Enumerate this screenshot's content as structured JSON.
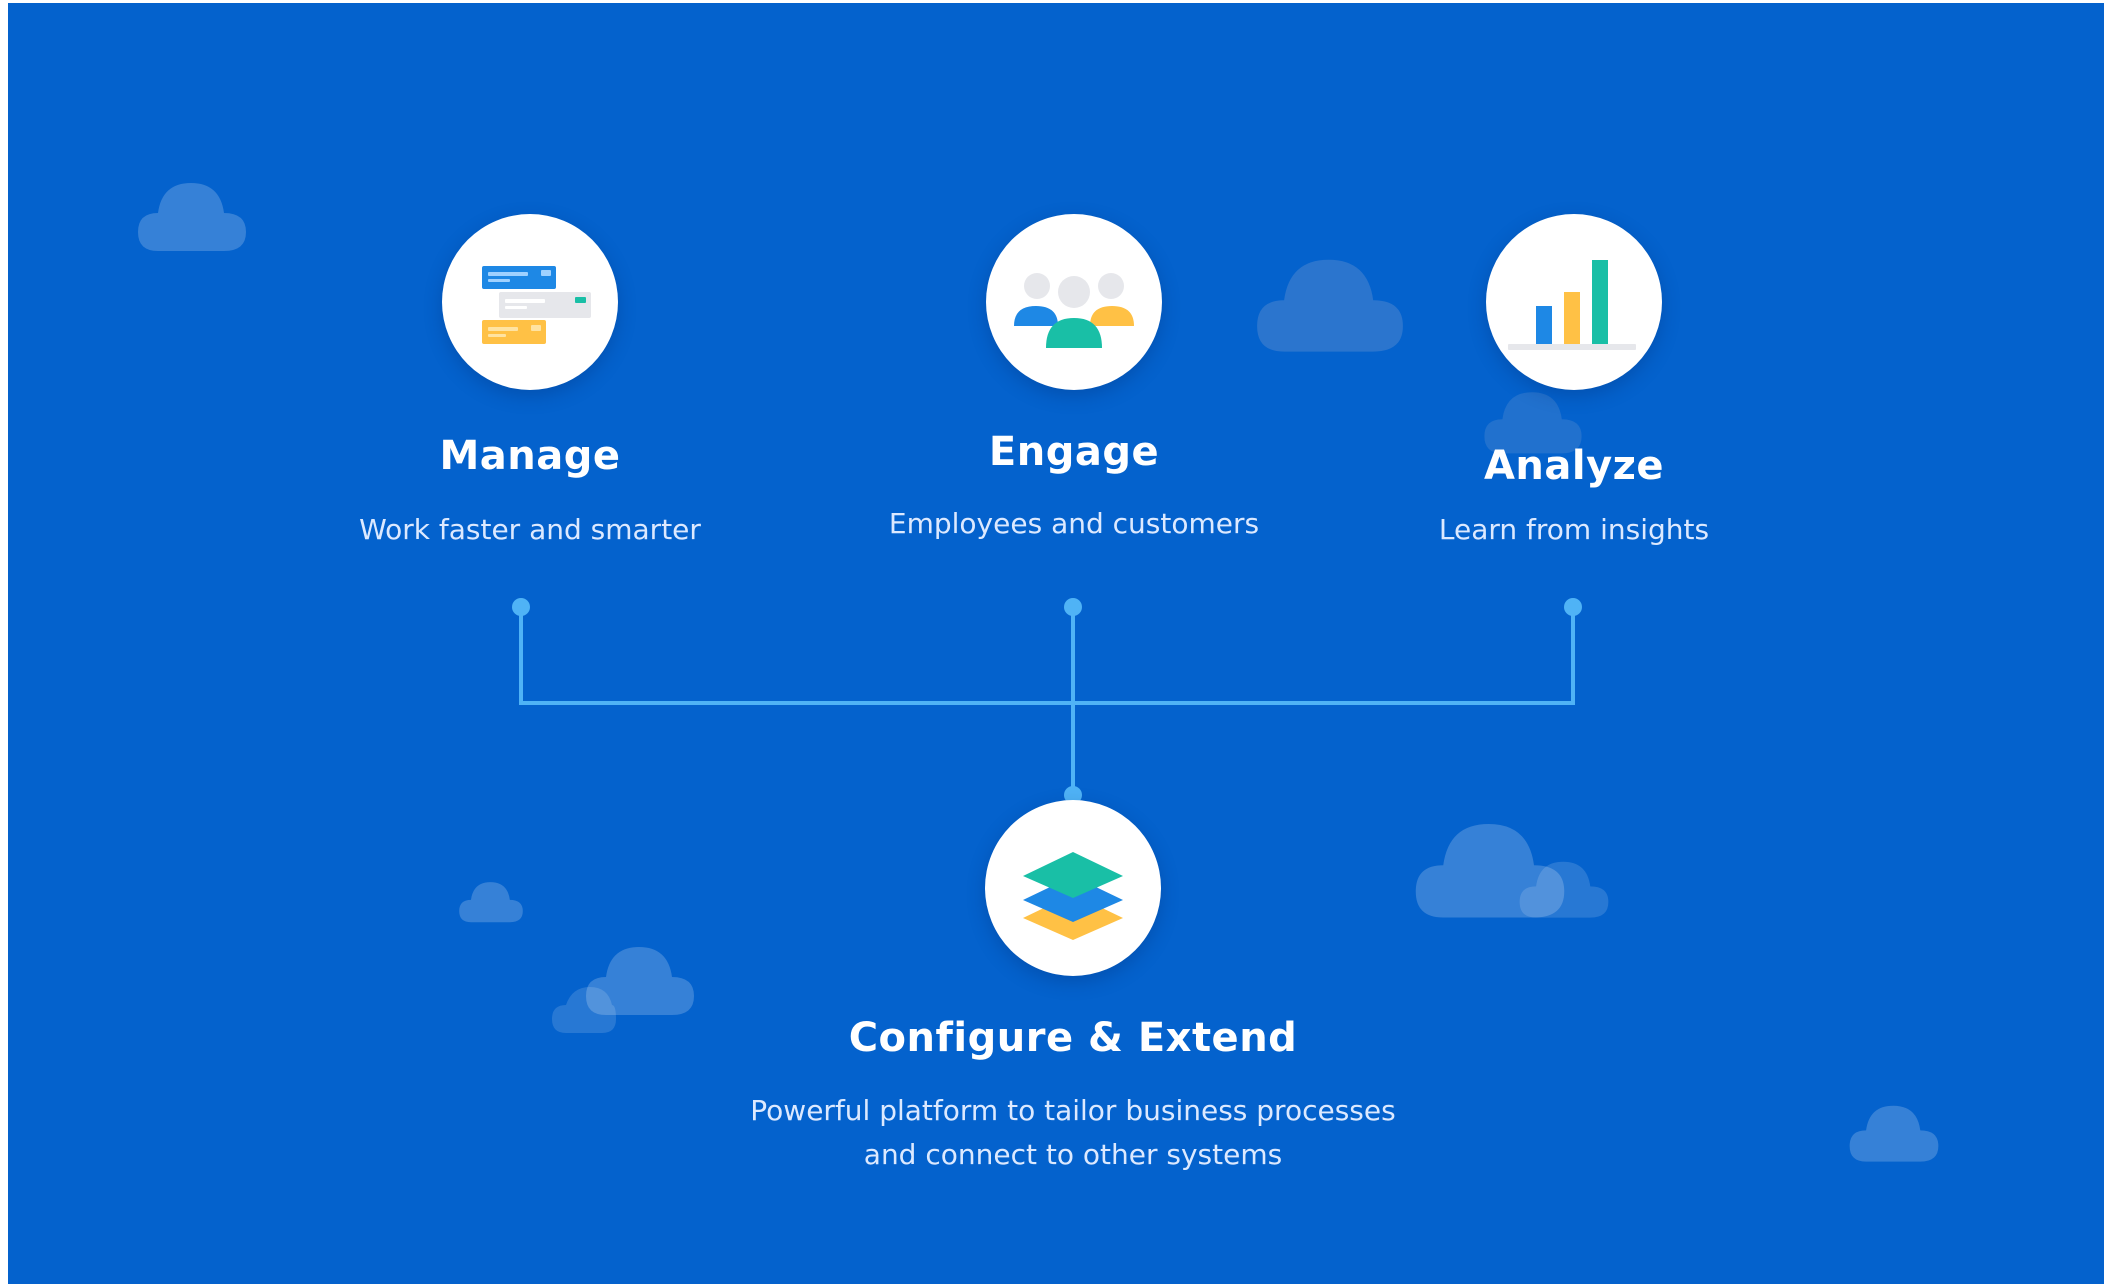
{
  "background_color": "#0462CD",
  "line_color": "#4FB3F6",
  "nodes": {
    "manage": {
      "title": "Manage",
      "subtitle": "Work faster and smarter",
      "icon": "stacked-cards-icon"
    },
    "engage": {
      "title": "Engage",
      "subtitle": "Employees and customers",
      "icon": "people-group-icon"
    },
    "analyze": {
      "title": "Analyze",
      "subtitle": "Learn from insights",
      "icon": "bar-chart-icon"
    },
    "configure": {
      "title": "Configure & Extend",
      "subtitle_lines": [
        "Powerful platform to tailor business processes",
        "and connect to other systems"
      ],
      "icon": "layers-icon"
    }
  },
  "icon_colors": {
    "blue": "#1E88E5",
    "gray": "#E6E7EB",
    "green": "#19BFA6",
    "yellow": "#FFC145"
  }
}
